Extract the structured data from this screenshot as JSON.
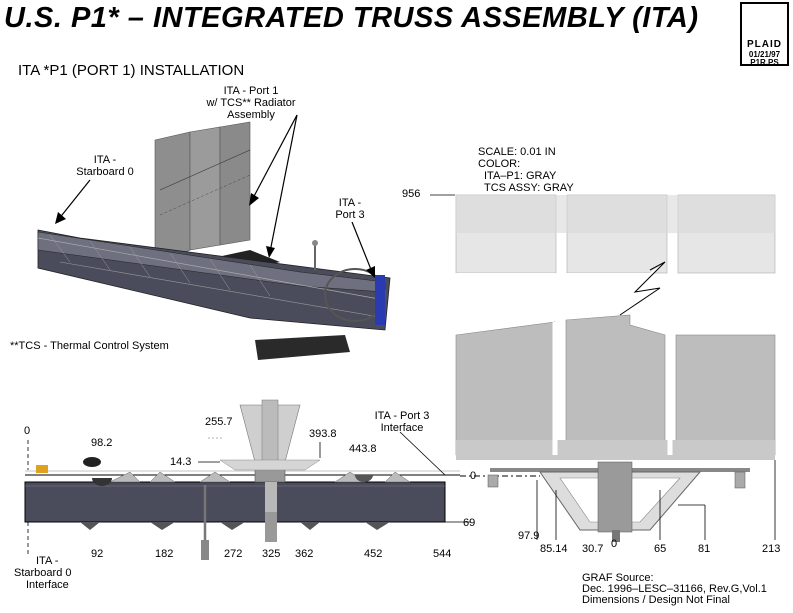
{
  "title": "U.S.  P1* – INTEGRATED  TRUSS  ASSEMBLY  (ITA)",
  "subtitle": "ITA  *P1 (PORT  1)  INSTALLATION",
  "logo": {
    "name": "PLAID",
    "date": "01/21/97",
    "file": "P1R.PS"
  },
  "callouts": {
    "ita_port1": [
      "ITA - Port 1",
      "w/ TCS** Radiator",
      "Assembly"
    ],
    "ita_starboard0": [
      "ITA -",
      "Starboard 0"
    ],
    "ita_port3": [
      "ITA -",
      "Port 3"
    ],
    "tcs_note": "**TCS - Thermal Control System",
    "port3_interface": [
      "ITA - Port 3",
      "Interface"
    ],
    "starboard0_interface": [
      "ITA -",
      "Starboard 0",
      "Interface"
    ]
  },
  "scale_info": [
    "SCALE: 0.01 IN",
    "COLOR:",
    "ITA–P1:  GRAY",
    "TCS ASSY:  GRAY"
  ],
  "dims_side": {
    "d956": "956",
    "d0_left": "0",
    "d98_2": "98.2",
    "d255_7": "255.7",
    "d14_3": "14.3",
    "d393_8": "393.8",
    "d443_8": "443.8",
    "d0_mid": "0",
    "d69": "69",
    "bottom": [
      "92",
      "182",
      "272",
      "325",
      "362",
      "452",
      "544"
    ]
  },
  "dims_end": [
    "97.9",
    "85.14",
    "30.7",
    "0",
    "65",
    "81",
    "213"
  ],
  "source": [
    "GRAF Source:",
    "Dec. 1996–LESC–31166, Rev.G,Vol.1",
    "Dimensions / Design Not Final"
  ],
  "colors": {
    "radiator_light": "#e6e6e6",
    "radiator_mid": "#bdbdbd",
    "truss": "#3f4150",
    "gray": "#9a9a9a"
  }
}
